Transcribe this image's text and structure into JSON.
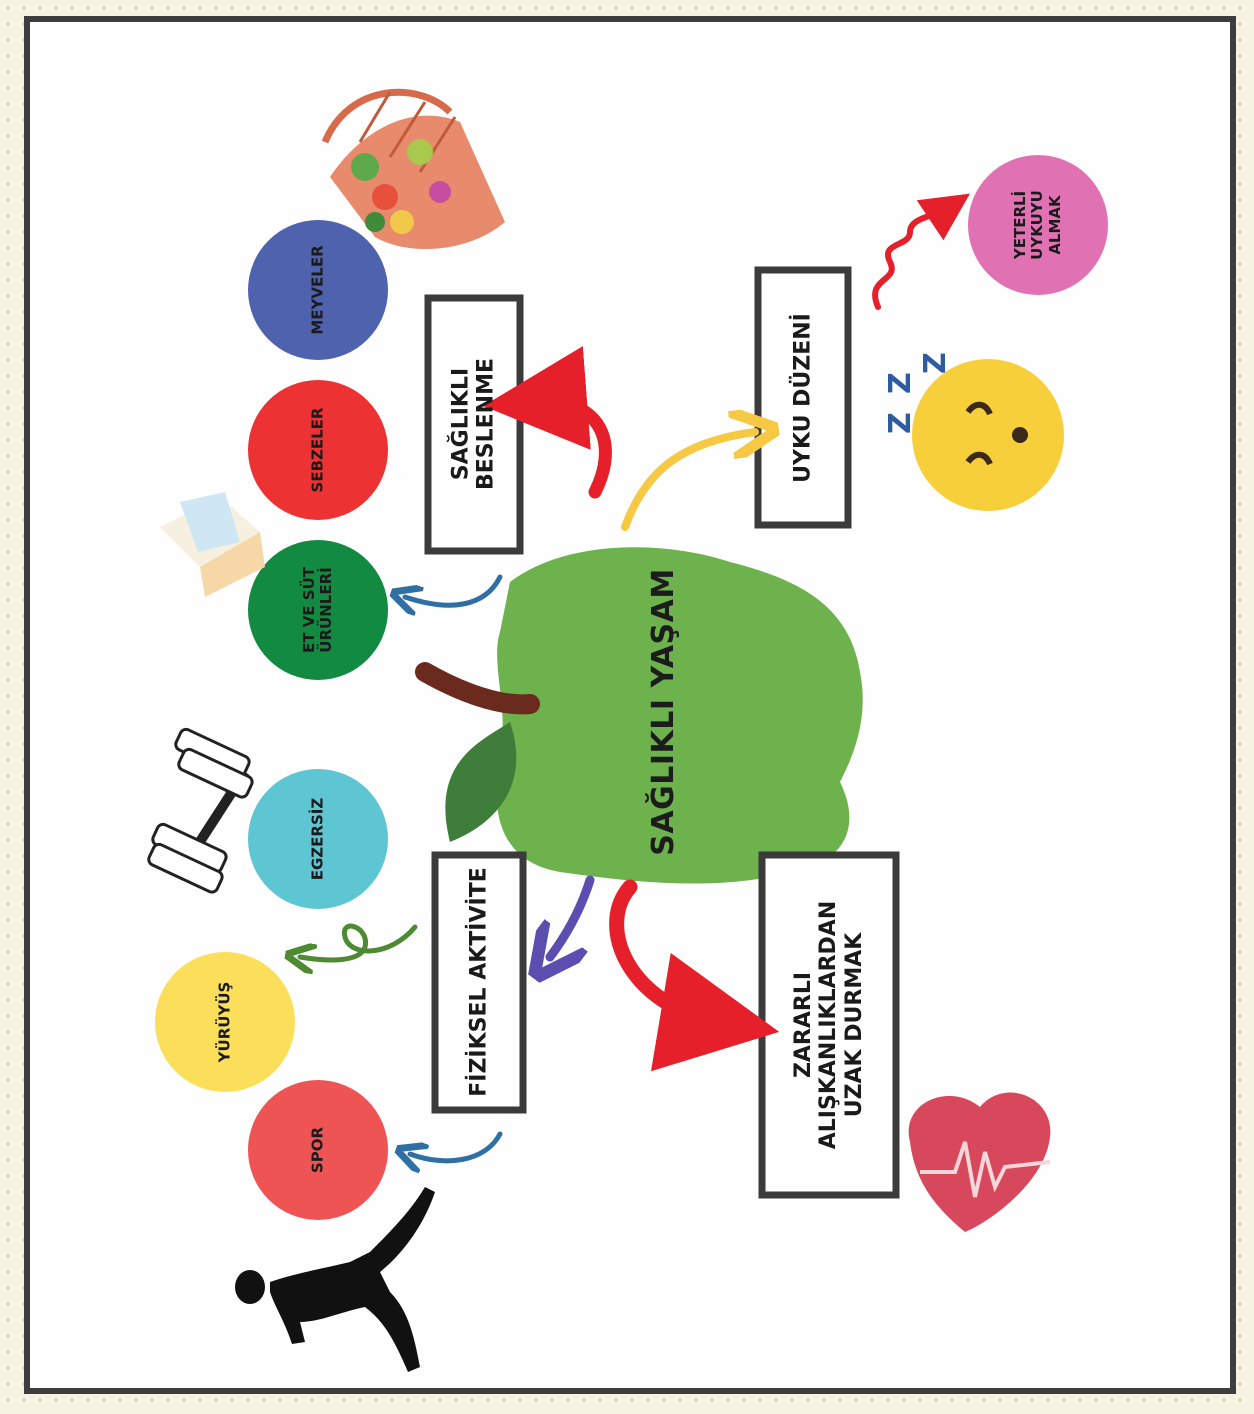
{
  "title": "SAĞLIKLI YAŞAM",
  "branches": {
    "nutrition": {
      "label": "SAĞLIKLI BESLENME",
      "items": [
        "ET VE SÜT ÜRÜNLERİ",
        "SEBZELER",
        "MEYVELER"
      ]
    },
    "sleep": {
      "label": "UYKU DÜZENİ",
      "items": [
        "YETERLİ UYKUYU ALMAK"
      ]
    },
    "activity": {
      "label": "FİZİKSEL AKTİVİTE",
      "items": [
        "EGZERSİZ",
        "YÜRÜYÜŞ",
        "SPOR"
      ]
    },
    "habits": {
      "label": "ZARARLI ALIŞKANLIKLARDAN UZAK DURMAK"
    }
  },
  "colors": {
    "apple": "#6db24d",
    "leaf": "#3e7d3a",
    "stem": "#6b2a1e",
    "circle_meat_dairy": "#138a41",
    "circle_vegetables": "#ec3232",
    "circle_fruits": "#4f62ad",
    "circle_sleep_enough": "#e072b4",
    "circle_exercise": "#5ec6d2",
    "circle_walking": "#fbdf5b",
    "circle_sport": "#ef5454",
    "arrow_red": "#e5202a",
    "arrow_yellow": "#f6c843",
    "arrow_blue": "#2f6fa3",
    "arrow_purple": "#5a4fb0",
    "arrow_green": "#4d8a32",
    "box_border": "#3b3b3b"
  },
  "icons": [
    "fruit-basket-icon",
    "milk-carton-icon",
    "dumbbell-icon",
    "runner-icon",
    "sleeping-face-icon",
    "heartbeat-heart-icon"
  ]
}
